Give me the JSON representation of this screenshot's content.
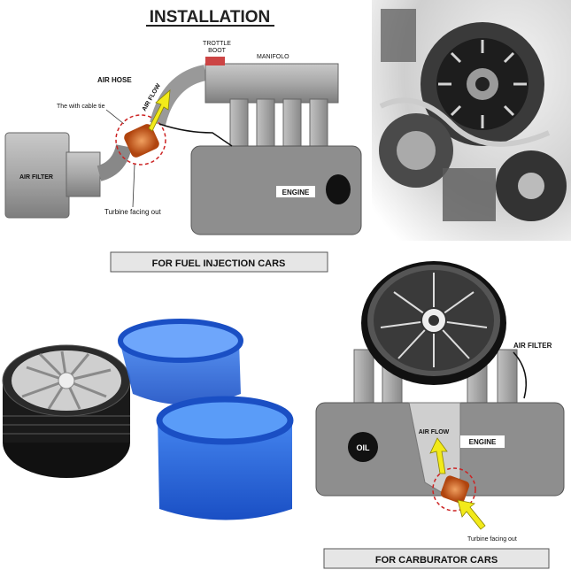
{
  "title": "INSTALLATION",
  "injection": {
    "labels": {
      "throttle_boot": [
        "TROTTLE",
        "BOOT"
      ],
      "manifold": "MANIFOLO",
      "air_hose": "AIR HOSE",
      "air_flow": "AIR FLOW",
      "cable_tie": "The with cable tie",
      "air_filter": "AIR FILTER",
      "turbine": "Turbine facing out",
      "engine": "ENGINE"
    },
    "banner": "FOR FUEL INJECTION CARS"
  },
  "carburetor": {
    "labels": {
      "air_filter": "AIR FILTER",
      "oil": "OIL",
      "air_flow": "AIR FLOW",
      "engine": "ENGINE",
      "turbine": "Turbine facing out"
    },
    "banner": "FOR CARBURATOR CARS"
  },
  "colors": {
    "banner_bg": "#e6e6e6",
    "engine_gray": "#8e8e8e",
    "arrow_yellow": "#f2ea1a",
    "fan_orange": "#d8641e",
    "hose_blue": "#1e63e0"
  },
  "icons": [
    "engine-photo",
    "turbo-fan-photo",
    "blue-hose-photo",
    "yellow-arrow-icon",
    "air-filter-icon"
  ]
}
